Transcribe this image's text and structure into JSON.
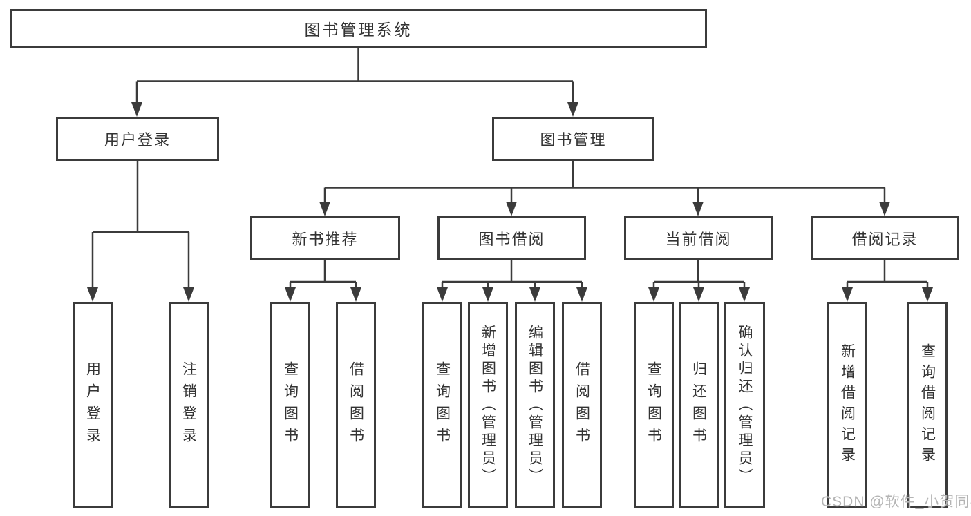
{
  "diagram": {
    "title": "图书管理系统",
    "level2": [
      {
        "label": "用户登录"
      },
      {
        "label": "图书管理"
      }
    ],
    "level3": [
      {
        "label": "新书推荐"
      },
      {
        "label": "图书借阅"
      },
      {
        "label": "当前借阅"
      },
      {
        "label": "借阅记录"
      }
    ],
    "leaves": [
      {
        "label": "用户登录"
      },
      {
        "label": "注销登录"
      },
      {
        "label": "查询图书"
      },
      {
        "label": "借阅图书"
      },
      {
        "label": "查询图书"
      },
      {
        "label": "新增图书（管理员）"
      },
      {
        "label": "编辑图书（管理员）"
      },
      {
        "label": "借阅图书"
      },
      {
        "label": "查询图书"
      },
      {
        "label": "归还图书"
      },
      {
        "label": "确认归还（管理员）"
      },
      {
        "label": "新增借阅记录"
      },
      {
        "label": "查询借阅记录"
      }
    ]
  },
  "watermark": "CSDN @软件_小贺同学",
  "colors": {
    "line": "#3b3b3b",
    "text": "#333333",
    "watermark": "#b4b4b4",
    "background": "#ffffff"
  }
}
